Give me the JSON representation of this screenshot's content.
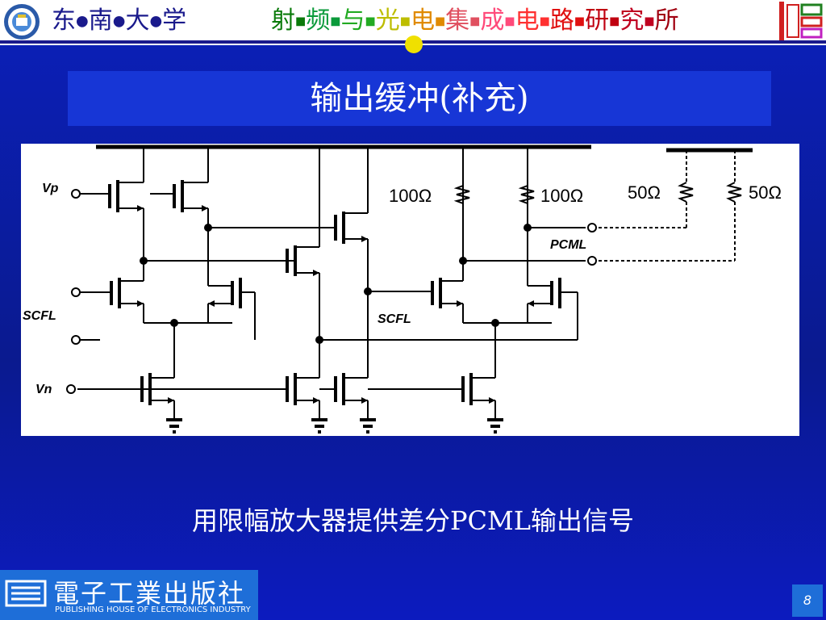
{
  "header": {
    "university": [
      "东",
      "南",
      "大",
      "学"
    ],
    "university_separator": "●",
    "lab": [
      {
        "text": "射",
        "color": "#0a7a0a"
      },
      {
        "text": "频",
        "color": "#0a9a3a"
      },
      {
        "text": "与",
        "color": "#22aa22"
      },
      {
        "text": "光",
        "color": "#bdbd00"
      },
      {
        "text": "电",
        "color": "#e08a00"
      },
      {
        "text": "集",
        "color": "#e05060"
      },
      {
        "text": "成",
        "color": "#ff4a7a"
      },
      {
        "text": "电",
        "color": "#ff3030"
      },
      {
        "text": "路",
        "color": "#e01010"
      },
      {
        "text": "研",
        "color": "#c00010"
      },
      {
        "text": "究",
        "color": "#c00020"
      },
      {
        "text": "所",
        "color": "#a00010"
      }
    ],
    "lab_separator": "■"
  },
  "slide": {
    "title": "输出缓冲(补充)",
    "caption": "用限幅放大器提供差分PCML输出信号"
  },
  "schematic": {
    "labels": {
      "vp": "Vp",
      "vn": "Vn",
      "scfl_left": "SCFL",
      "scfl_right": "SCFL",
      "pcml": "PCML",
      "r1": "100Ω",
      "r2": "100Ω",
      "r3": "50Ω",
      "r4": "50Ω"
    }
  },
  "footer": {
    "publisher": "電子工業出版社",
    "publisher_en": "PUBLISHING HOUSE OF ELECTRONICS INDUSTRY",
    "page": "8"
  },
  "colors": {
    "background": "#0b1fb5",
    "title_band": "#1736d6",
    "university_text": "#1a1a8c",
    "publisher_bar": "#1e6ed8"
  }
}
